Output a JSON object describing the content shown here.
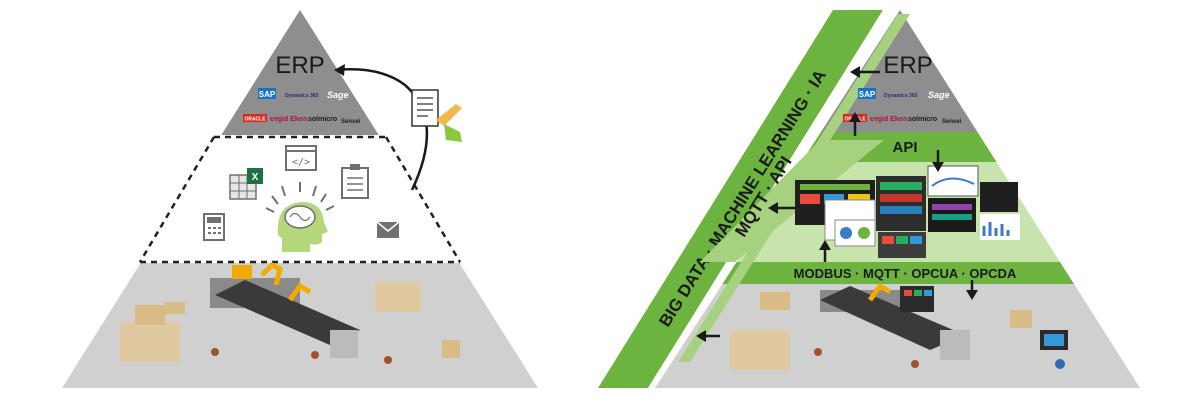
{
  "left_pyramid": {
    "erp_title": "ERP",
    "logos": {
      "row1": [
        "SAP",
        "Dynamics 365",
        "Sage"
      ],
      "row2": [
        "ORACLE",
        "cegid Ekon",
        "solmicro",
        "Sensei"
      ]
    }
  },
  "right_pyramid": {
    "erp_title": "ERP",
    "logos": {
      "row1": [
        "SAP",
        "Dynamics 365",
        "Sage"
      ],
      "row2": [
        "ORACLE",
        "cegid Ekon",
        "solmicro",
        "Sensei"
      ]
    },
    "api_band": "API",
    "protocol_band": "MODBUS · MQTT · OPCUA · OPCDA"
  },
  "diagonal_bands": {
    "outer": "BIG DATA · MACHINE LEARNING · IA",
    "inner": "MQTT · API"
  },
  "colors": {
    "apex_gray": "#8e8e8e",
    "middle_white": "#ffffff",
    "base_gray": "#d0d0d0",
    "green_dark": "#6db33f",
    "green_light": "#a6d17e",
    "icon_gray": "#707070",
    "brain_green": "#b5d77b"
  },
  "icons": [
    "document-hand-icon",
    "code-icon",
    "excel-icon",
    "clipboard-icon",
    "calculator-icon",
    "envelope-icon",
    "brain-head-icon",
    "dashboard-icon",
    "factory-icon",
    "arrow-icon"
  ]
}
